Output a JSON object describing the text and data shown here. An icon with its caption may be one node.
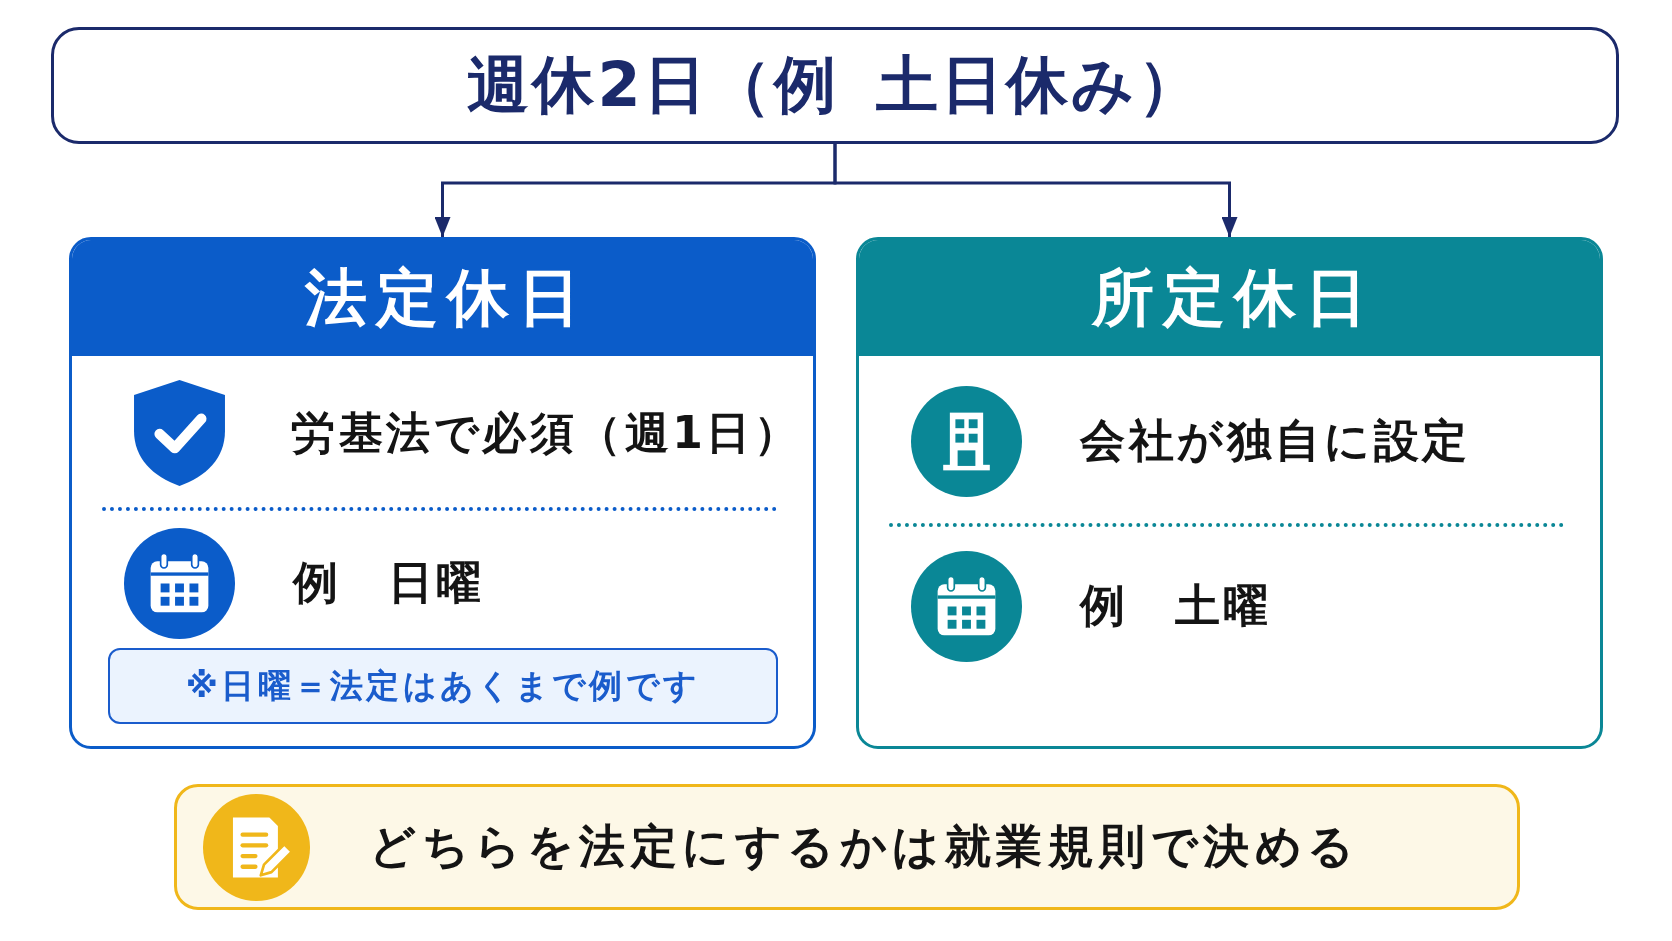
{
  "diagram": {
    "nodes": [
      {
        "text": [
          "週休2日（例 土日休み）"
        ]
      },
      {
        "text": [
          "法定休日",
          "労基法で必須（週1日）",
          "例 日曜"
        ]
      },
      {
        "text": [
          "※日曜＝法定はあくまで例です"
        ],
        "in": 1
      },
      {
        "text": [
          "所定休日",
          "会社が独自に設定",
          "例 土曜"
        ]
      },
      {
        "text": [
          "どちらを法定にするかは就業規則で決める"
        ]
      }
    ],
    "edges": [
      {
        "from": 0,
        "to": 1,
        "arrow": "to"
      },
      {
        "from": 0,
        "to": 3,
        "arrow": "to"
      }
    ]
  }
}
